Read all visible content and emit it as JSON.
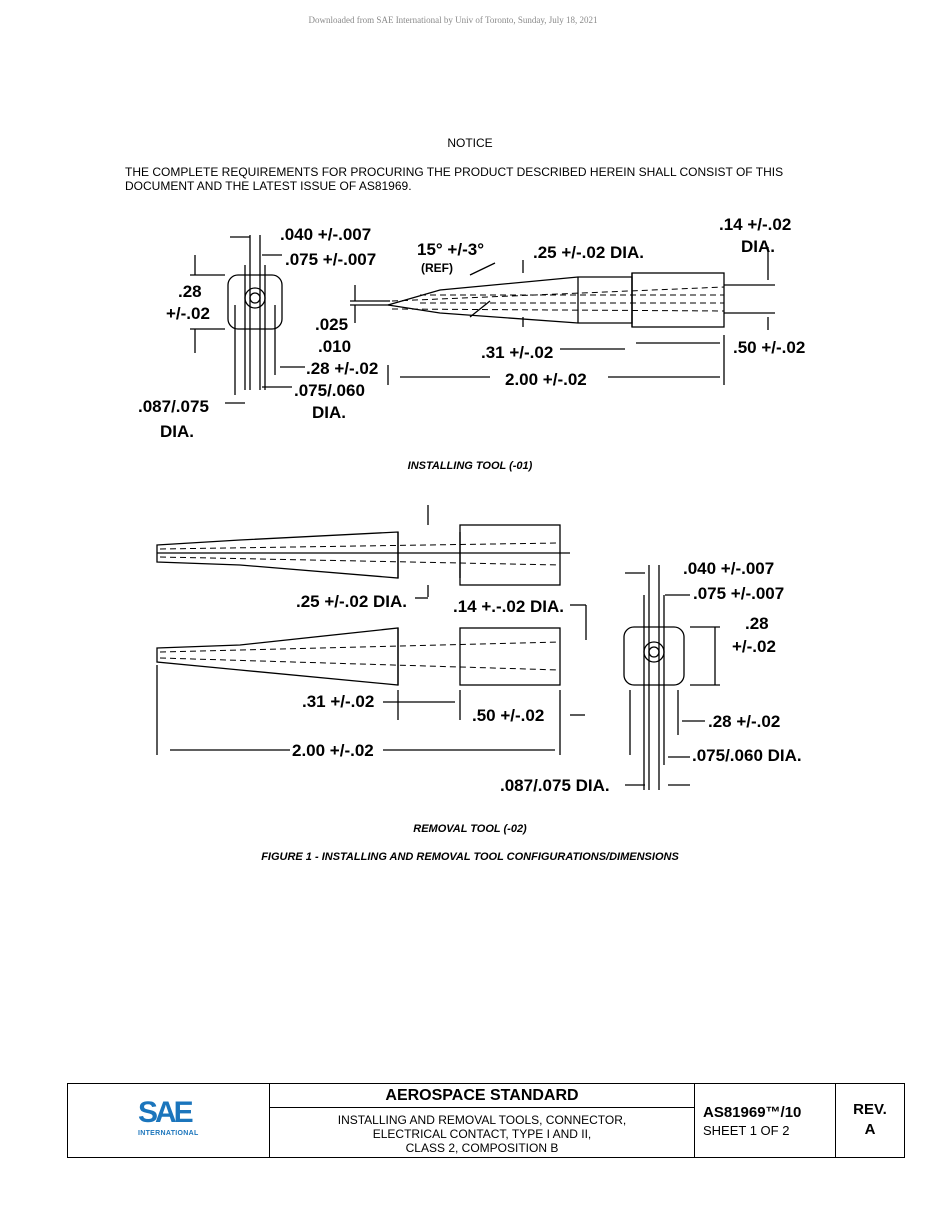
{
  "watermark": "Downloaded from SAE International by Univ of Toronto, Sunday, July 18, 2021",
  "notice": {
    "title": "NOTICE",
    "body": "THE COMPLETE REQUIREMENTS FOR PROCURING THE PRODUCT DESCRIBED HEREIN SHALL CONSIST OF THIS DOCUMENT AND THE LATEST ISSUE OF AS81969."
  },
  "figure_installing": {
    "caption": "INSTALLING TOOL (-01)",
    "dims": {
      "d040": ".040 +/-.007",
      "d075": ".075 +/-.007",
      "d28a": ".28",
      "d28b": "+/-.02",
      "d025": ".025",
      "d010": ".010",
      "d28c": ".28 +/-.02",
      "d075060a": ".075/.060",
      "d075060b": "DIA.",
      "d087a": ".087/.075",
      "d087b": "DIA.",
      "angle": "15° +/-3°",
      "ref": "(REF)",
      "d25": ".25 +/-.02 DIA.",
      "d14a": ".14 +/-.02",
      "d14b": "DIA.",
      "d31": ".31 +/-.02",
      "d50": ".50 +/-.02",
      "d200": "2.00 +/-.02"
    }
  },
  "figure_removal": {
    "caption": "REMOVAL TOOL (-02)",
    "dims": {
      "d25": ".25 +/-.02 DIA.",
      "d14": ".14 +.-.02 DIA.",
      "d31": ".31 +/-.02",
      "d50": ".50 +/-.02",
      "d200": "2.00 +/-.02",
      "d040": ".040 +/-.007",
      "d075": ".075 +/-.007",
      "d28a": ".28",
      "d28b": "+/-.02",
      "d28c": ".28 +/-.02",
      "d075060": ".075/.060 DIA.",
      "d087": ".087/.075 DIA."
    }
  },
  "figure_caption": "FIGURE 1 - INSTALLING AND REMOVAL TOOL CONFIGURATIONS/DIMENSIONS",
  "title_block": {
    "logo_text": "SAE",
    "logo_sub": "INTERNATIONAL",
    "standard_label": "AEROSPACE STANDARD",
    "description": [
      "INSTALLING AND REMOVAL TOOLS, CONNECTOR,",
      "ELECTRICAL CONTACT, TYPE I AND II,",
      "CLASS 2, COMPOSITION B"
    ],
    "doc_number": "AS81969™/10",
    "sheet": "SHEET 1 OF 2",
    "rev_label": "REV.",
    "rev_value": "A",
    "brand_color": "#1b75bc"
  }
}
